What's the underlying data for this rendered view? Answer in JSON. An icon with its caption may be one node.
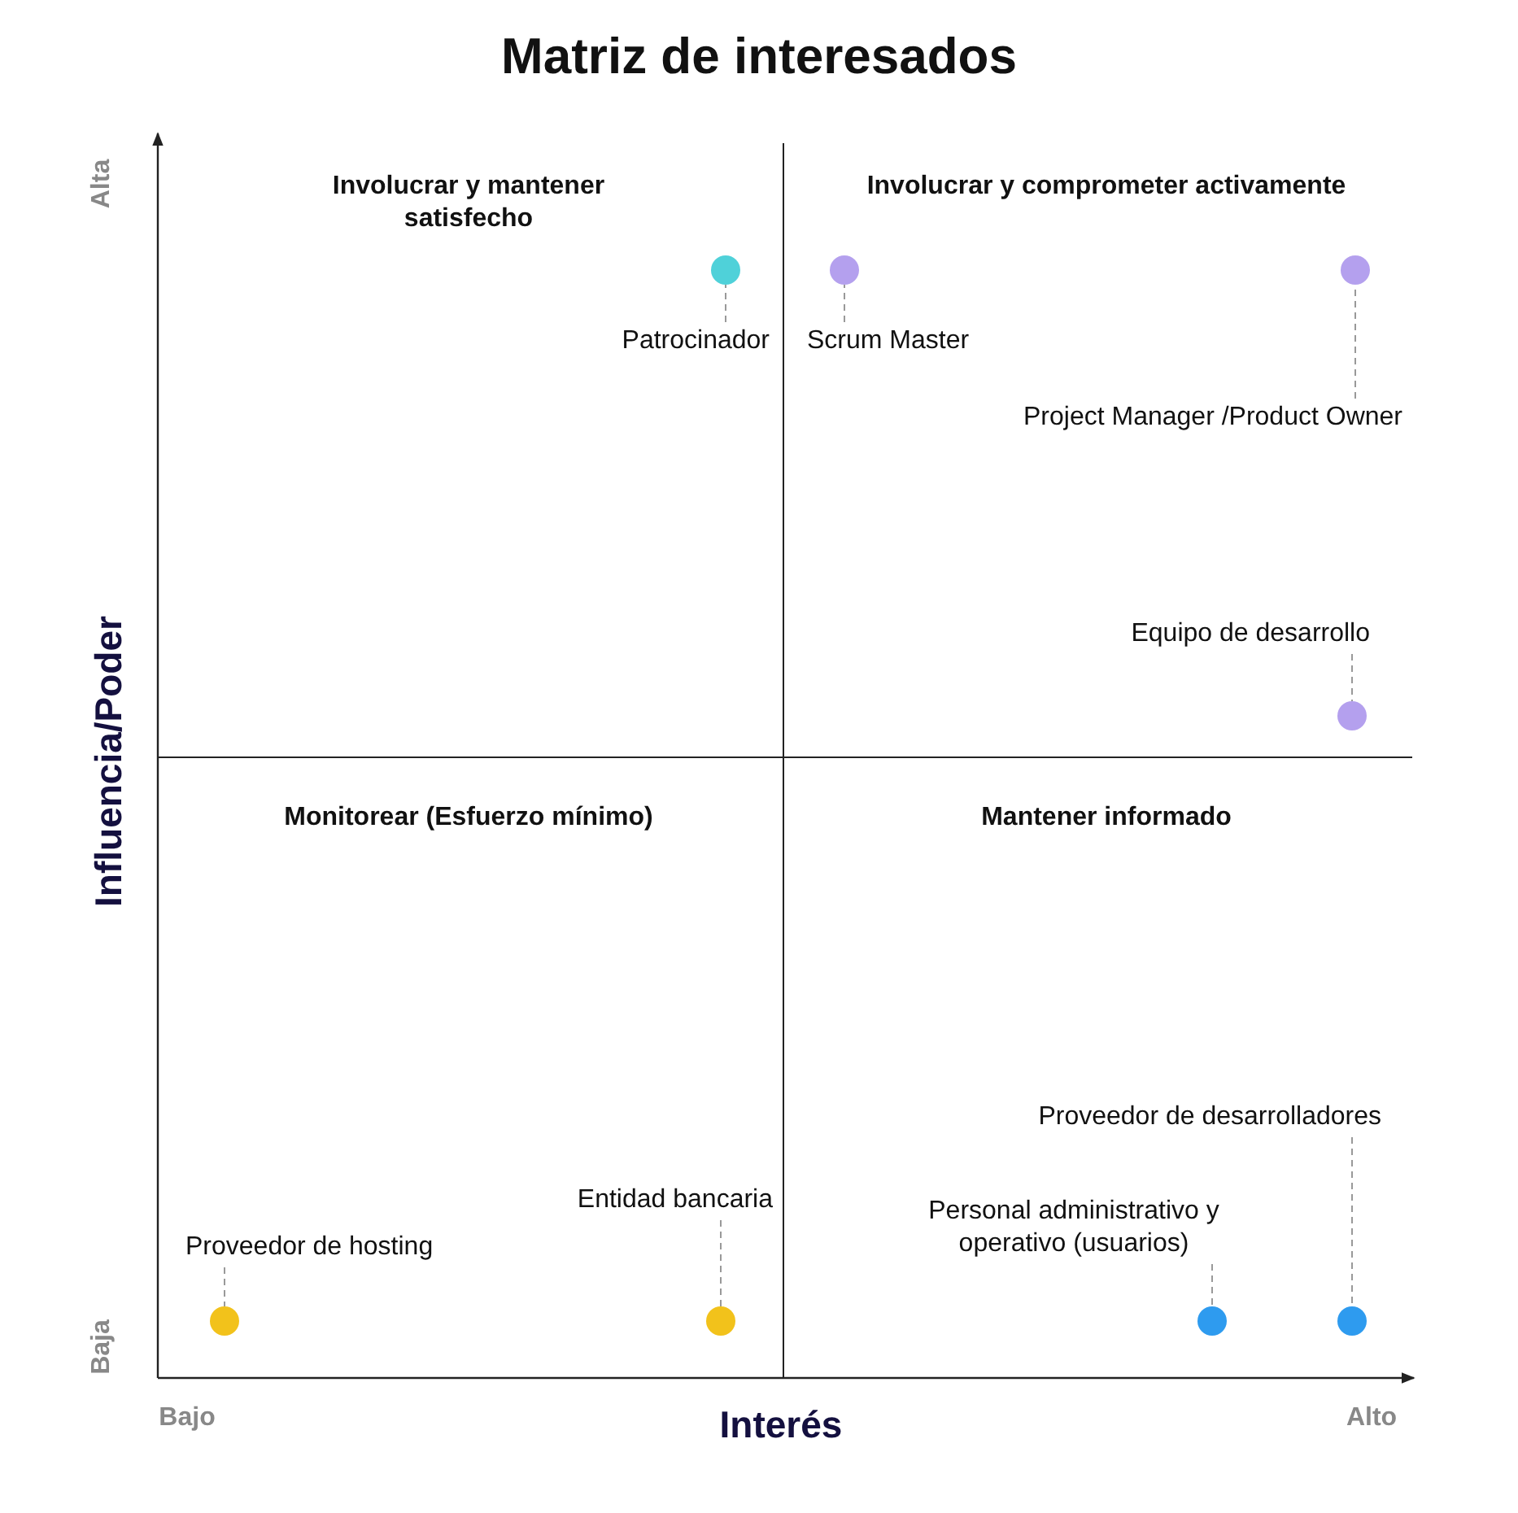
{
  "diagram": {
    "title": "Matriz de interesados",
    "nodes": [
      {
        "text": [
          "Involucrar y mantener satisfecho"
        ]
      },
      {
        "text": [
          "Involucrar y comprometer activamente"
        ]
      },
      {
        "text": [],
        "shape": "circle",
        "in": 0
      },
      {
        "text": [
          "Patrocinador"
        ],
        "in": 0
      },
      {
        "text": [],
        "shape": "circle",
        "in": 1
      },
      {
        "text": [],
        "shape": "circle",
        "in": 1
      },
      {
        "text": [
          "Scrum Master"
        ],
        "in": 1
      },
      {
        "text": [
          "Project Manager /Product Owner"
        ],
        "in": 1
      },
      {
        "text": [
          "Equipo de desarrollo"
        ],
        "in": 1
      },
      {
        "text": [],
        "shape": "circle",
        "in": 1
      },
      {
        "text": [
          "Monitorear (Esfuerzo mínimo)"
        ]
      },
      {
        "text": [
          "Mantener informado"
        ]
      },
      {
        "text": [
          "Proveedor de desarrolladores"
        ],
        "in": 11
      },
      {
        "text": [
          "Entidad bancaria"
        ],
        "in": 10
      },
      {
        "text": [
          "Personal administrativo y operativo (usuarios)"
        ],
        "in": 11
      },
      {
        "text": [
          "Proveedor de hosting"
        ],
        "in": 10
      },
      {
        "text": [],
        "shape": "circle",
        "in": 10
      },
      {
        "text": [],
        "shape": "circle",
        "in": 10
      },
      {
        "text": [],
        "shape": "circle",
        "in": 11
      },
      {
        "text": [],
        "shape": "circle",
        "in": 11
      }
    ],
    "edges": [
      {
        "from": 3,
        "to": 2,
        "arrow": "none",
        "style": "dashed"
      },
      {
        "from": 6,
        "to": 4,
        "arrow": "none",
        "style": "dashed"
      },
      {
        "from": 7,
        "to": 5,
        "arrow": "none",
        "style": "dashed"
      },
      {
        "from": 8,
        "to": 9,
        "arrow": "none",
        "style": "dashed"
      },
      {
        "from": 12,
        "to": 19,
        "arrow": "none",
        "style": "dashed"
      },
      {
        "from": 13,
        "to": 17,
        "arrow": "none",
        "style": "dashed"
      },
      {
        "from": 14,
        "to": 18,
        "arrow": "none",
        "style": "dashed"
      },
      {
        "from": 15,
        "to": 16,
        "arrow": "none",
        "style": "dashed"
      }
    ],
    "labels": [
      "Alta",
      "Influencia/Poder",
      "Baja",
      "Bajo",
      "Interés",
      "Alto"
    ]
  }
}
